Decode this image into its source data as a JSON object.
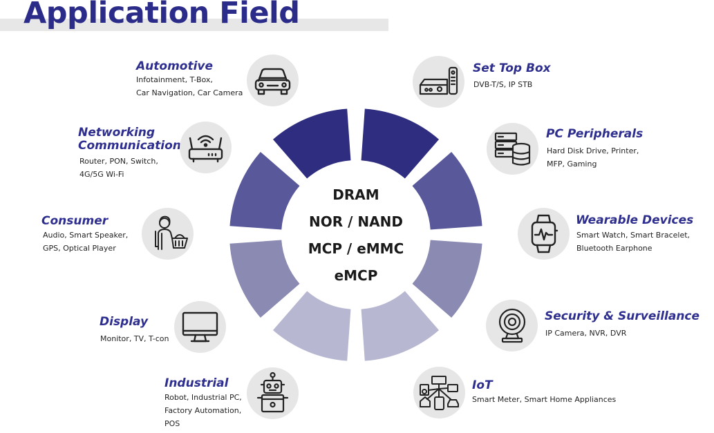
{
  "title": "Application Field",
  "center": {
    "lines": [
      "DRAM",
      "NOR / NAND",
      "MCP / eMMC",
      "eMCP"
    ]
  },
  "colors": {
    "title": "#2b2b8a",
    "segments": [
      "#2e2d7f",
      "#3b3a88",
      "#4d4c8f",
      "#59589a",
      "#7676a8",
      "#8a8ab3",
      "#a2a2c4",
      "#b7b7d2"
    ],
    "icon_circle": "#e6e6e6"
  },
  "applications": {
    "automotive": {
      "title": "Automotive",
      "lines": [
        "Infotainment, T-Box,",
        "Car Navigation, Car Camera"
      ],
      "icon": "car-icon"
    },
    "networking": {
      "title_lines": [
        "Networking",
        "Communication"
      ],
      "lines": [
        "Router, PON, Switch,",
        "4G/5G Wi-Fi"
      ],
      "icon": "router-icon"
    },
    "consumer": {
      "title": "Consumer",
      "lines": [
        "Audio, Smart Speaker,",
        "GPS, Optical Player"
      ],
      "icon": "shopper-icon"
    },
    "display": {
      "title": "Display",
      "lines": [
        "Monitor, TV, T-con"
      ],
      "icon": "monitor-icon"
    },
    "industrial": {
      "title": "Industrial",
      "lines": [
        "Robot, Industrial PC,",
        "Factory Automation,",
        "POS"
      ],
      "icon": "robot-icon"
    },
    "set_top_box": {
      "title": "Set Top Box",
      "lines": [
        "DVB-T/S, IP STB"
      ],
      "icon": "set-top-box-icon"
    },
    "pc_peripherals": {
      "title": "PC Peripherals",
      "lines": [
        "Hard Disk Drive, Printer,",
        "MFP, Gaming"
      ],
      "icon": "server-database-icon"
    },
    "wearable": {
      "title": "Wearable Devices",
      "lines": [
        "Smart Watch, Smart Bracelet,",
        "Bluetooth Earphone"
      ],
      "icon": "smartwatch-icon"
    },
    "security": {
      "title": "Security & Surveillance",
      "lines": [
        "IP Camera, NVR, DVR"
      ],
      "icon": "webcam-icon"
    },
    "iot": {
      "title": "IoT",
      "lines": [
        "Smart Meter, Smart Home Appliances"
      ],
      "icon": "smart-home-network-icon"
    }
  }
}
